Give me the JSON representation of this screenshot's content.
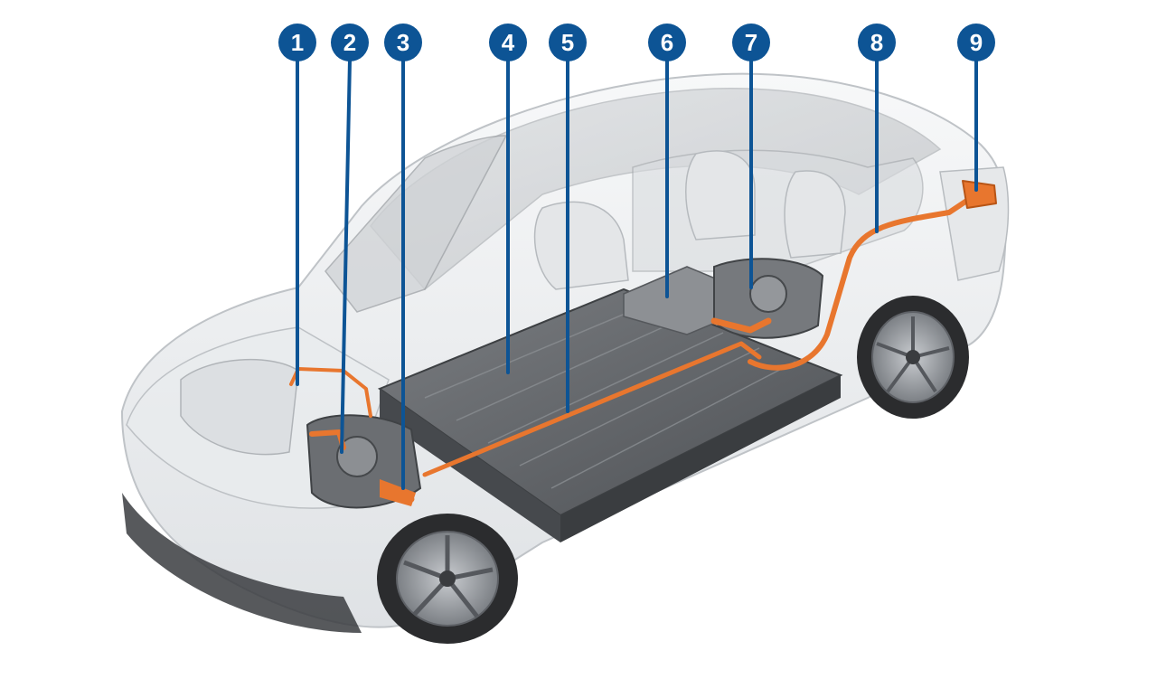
{
  "callouts": [
    {
      "label": "1"
    },
    {
      "label": "2"
    },
    {
      "label": "3"
    },
    {
      "label": "4"
    },
    {
      "label": "5"
    },
    {
      "label": "6"
    },
    {
      "label": "7"
    },
    {
      "label": "8"
    },
    {
      "label": "9"
    }
  ],
  "colors": {
    "callout": "#0d5495",
    "highvoltage": "#e8762e",
    "battery": "#6f7276",
    "body": "#eef1f3",
    "tire": "#2b2c2e"
  }
}
